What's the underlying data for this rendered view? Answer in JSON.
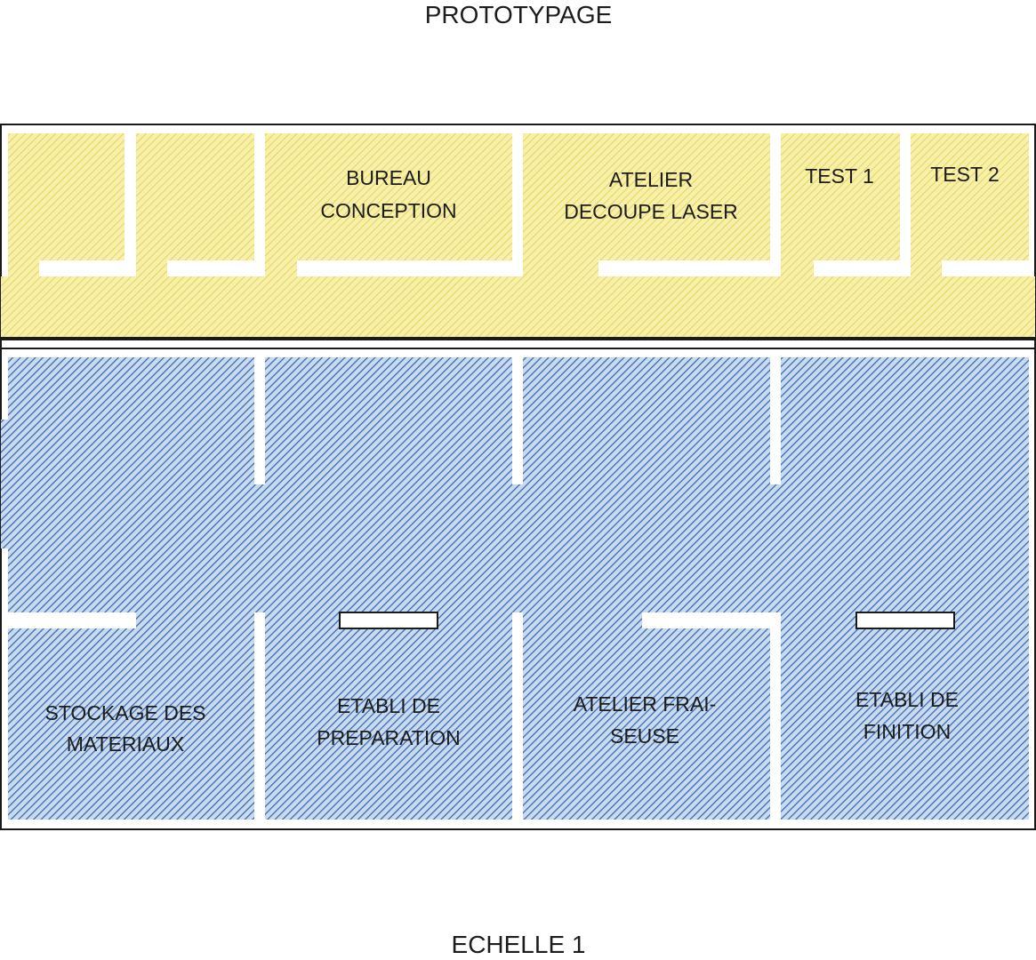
{
  "diagram": {
    "title": "PROTOTYPAGE",
    "footer": "ECHELLE 1",
    "colors": {
      "top_zone_fill": "#f6f0a8",
      "top_zone_hatch": "#e2c94c",
      "bottom_zone_fill": "#c9d9ee",
      "bottom_zone_hatch": "#2f64b0",
      "wall_outline": "#1a1a1a"
    },
    "rooms_top": [
      {
        "label_line1": "",
        "label_line2": ""
      },
      {
        "label_line1": "",
        "label_line2": ""
      },
      {
        "label_line1": "BUREAU",
        "label_line2": "CONCEPTION"
      },
      {
        "label_line1": "ATELIER",
        "label_line2": "DECOUPE LASER"
      },
      {
        "label_line1": "TEST 1",
        "label_line2": ""
      },
      {
        "label_line1": "TEST 2",
        "label_line2": ""
      }
    ],
    "rooms_bottom": [
      {
        "label_line1": "STOCKAGE DES",
        "label_line2": "MATERIAUX"
      },
      {
        "label_line1": "ETABLI DE",
        "label_line2": "PREPARATION"
      },
      {
        "label_line1": "ATELIER FRAI-",
        "label_line2": "SEUSE"
      },
      {
        "label_line1": "ETABLI DE",
        "label_line2": "FINITION"
      }
    ]
  }
}
